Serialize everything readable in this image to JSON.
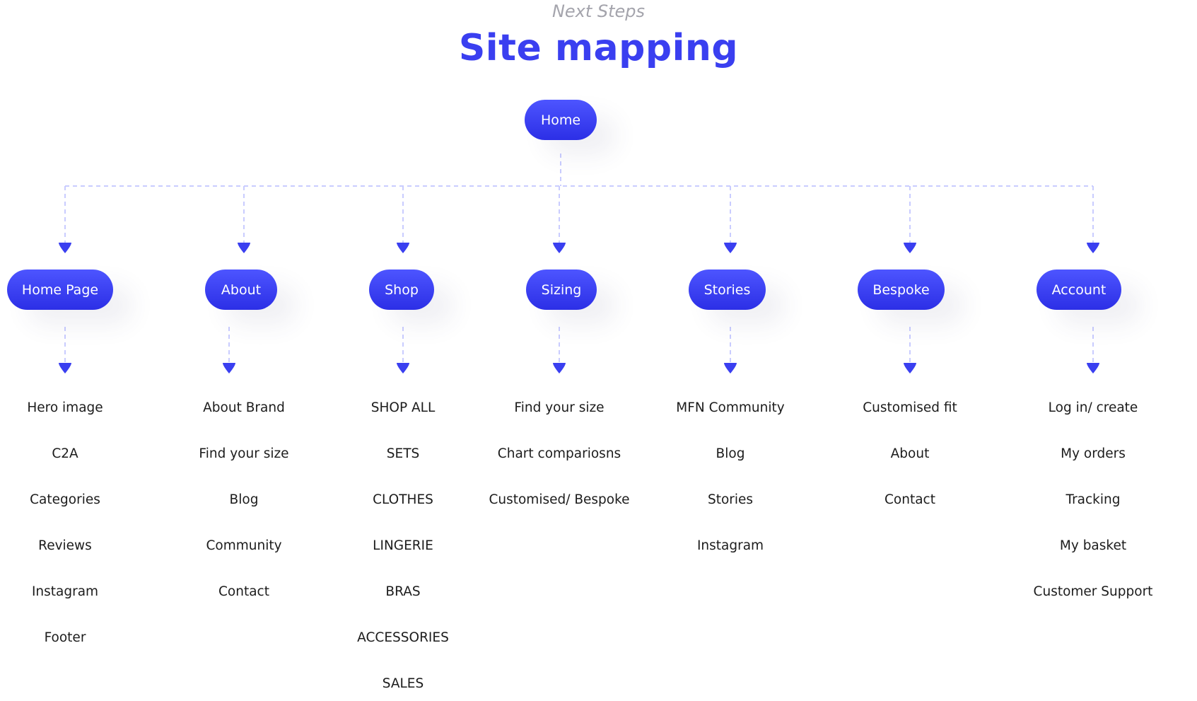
{
  "header": {
    "eyebrow": "Next Steps",
    "title": "Site mapping"
  },
  "colors": {
    "accent": "#3a3ff0",
    "pill_gradient_top": "#4d55ff",
    "pill_gradient_bottom": "#2c2fe6",
    "connector": "#c9ccff",
    "text": "#1c1c1c"
  },
  "root": {
    "label": "Home"
  },
  "sections": [
    {
      "label": "Home Page",
      "items": [
        "Hero image",
        "C2A",
        "Categories",
        "Reviews",
        "Instagram",
        "Footer"
      ]
    },
    {
      "label": "About",
      "items": [
        "About Brand",
        "Find your size",
        "Blog",
        "Community",
        "Contact"
      ]
    },
    {
      "label": "Shop",
      "items": [
        "SHOP  ALL",
        "SETS",
        "CLOTHES",
        "LINGERIE",
        "BRAS",
        "ACCESSORIES",
        "SALES"
      ]
    },
    {
      "label": "Sizing",
      "items": [
        "Find your size",
        "Chart compariosns",
        "Customised/ Bespoke"
      ]
    },
    {
      "label": "Stories",
      "items": [
        "MFN Community",
        "Blog",
        "Stories",
        "Instagram"
      ]
    },
    {
      "label": "Bespoke",
      "items": [
        "Customised fit",
        "About",
        "Contact"
      ]
    },
    {
      "label": "Account",
      "items": [
        "Log in/ create",
        "My orders",
        "Tracking",
        "My basket",
        "Customer Support"
      ]
    }
  ]
}
